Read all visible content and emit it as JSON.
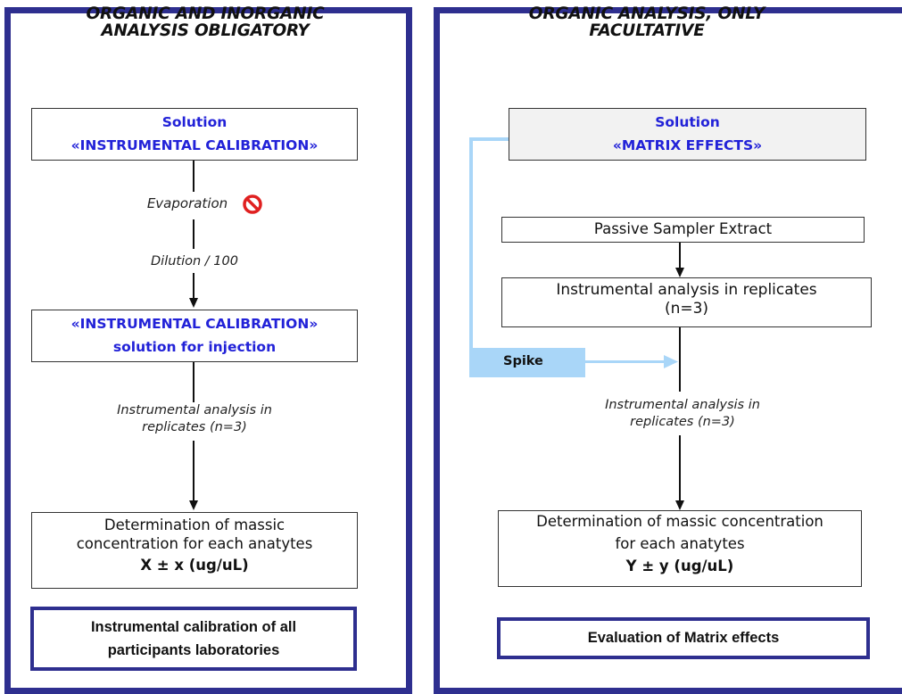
{
  "left": {
    "title_line1": "ORGANIC AND INORGANIC",
    "title_line2": "ANALYSIS OBLIGATORY",
    "box1_line1": "Solution",
    "box1_line2": "«INSTRUMENTAL CALIBRATION»",
    "step_evaporation": "Evaporation",
    "prohibited_icon": "prohibited-icon",
    "step_dilution": "Dilution / 100",
    "box2_line1": "«INSTRUMENTAL CALIBRATION»",
    "box2_line2": "solution for injection",
    "step_analysis_line1": "Instrumental analysis in",
    "step_analysis_line2": "replicates (n=3)",
    "box3_line1": "Determination of massic",
    "box3_line2": "concentration for each anatytes",
    "box3_line3": "X ± x (ug/uL)",
    "result_line1": "Instrumental calibration of all",
    "result_line2": "participants laboratories"
  },
  "right": {
    "title_line1": "ORGANIC ANALYSIS, ONLY",
    "title_line2": "FACULTATIVE",
    "box1_line1": "Solution",
    "box1_line2": "«MATRIX EFFECTS»",
    "box2_line1": "Passive Sampler Extract",
    "box3_line1": "Instrumental analysis in replicates",
    "box3_line2": "(n=3)",
    "spike_label": "Spike",
    "step_analysis_line1": "Instrumental analysis in",
    "step_analysis_line2": "replicates (n=3)",
    "box4_line1": "Determination of massic concentration",
    "box4_line2": "for each anatytes",
    "box4_line3": "Y ± y (ug/uL)",
    "result_line1": "Evaluation of Matrix effects"
  },
  "colors": {
    "panel_border": "#2e2f8f",
    "blue_text": "#2222d8",
    "spike_fill": "#a9d6f8",
    "prohibited_red": "#e02020"
  }
}
